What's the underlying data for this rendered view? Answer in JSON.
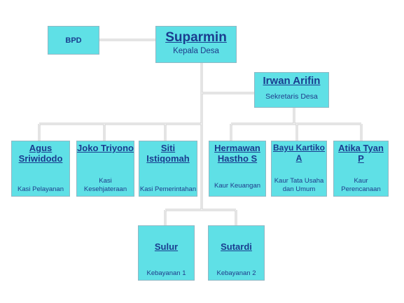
{
  "colors": {
    "box_fill": "#5fe0e6",
    "box_border": "#8fb8c4",
    "text": "#1a3c8f",
    "connector": "#c8c8c8"
  },
  "bpd": {
    "name": "BPD"
  },
  "kepala": {
    "name": "Suparmin",
    "title": "Kepala Desa"
  },
  "sekretaris": {
    "name": "Irwan Arifin",
    "title": "Sekretaris Desa"
  },
  "kasi": [
    {
      "name": "Agus Sriwidodo",
      "title": "Kasi Pelayanan"
    },
    {
      "name": "Joko Triyono",
      "title": "Kasi Kesehjateraan"
    },
    {
      "name": "Siti Istiqomah",
      "title": "Kasi Pemerintahan"
    }
  ],
  "kaur": [
    {
      "name": "Hermawan Hastho S",
      "title": "Kaur Keuangan"
    },
    {
      "name": "Bayu Kartiko A",
      "title": "Kaur Tata Usaha dan Umum"
    },
    {
      "name": "Atika Tyan P",
      "title": "Kaur Perencanaan"
    }
  ],
  "kebayanan": [
    {
      "name": "Sulur",
      "title": "Kebayanan 1"
    },
    {
      "name": "Sutardi",
      "title": "Kebayanan 2"
    }
  ]
}
